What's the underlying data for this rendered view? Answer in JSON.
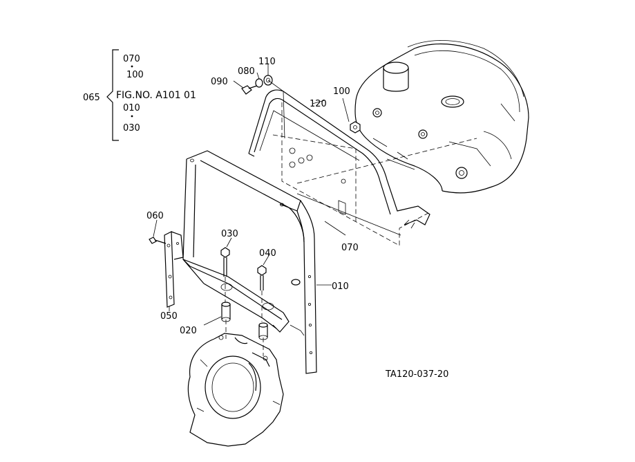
{
  "diagram": {
    "group": {
      "id": "065",
      "items": [
        "070",
        "100",
        "FIG.NO. A101 01",
        "010",
        "030"
      ]
    },
    "labels": {
      "p090": "090",
      "p080": "080",
      "p110": "110",
      "p120": "120",
      "p100": "100",
      "p060": "060",
      "p030": "030",
      "p040": "040",
      "p070": "070",
      "p010": "010",
      "p050": "050",
      "p020": "020"
    },
    "drawing_code": "TA120-037-20"
  }
}
